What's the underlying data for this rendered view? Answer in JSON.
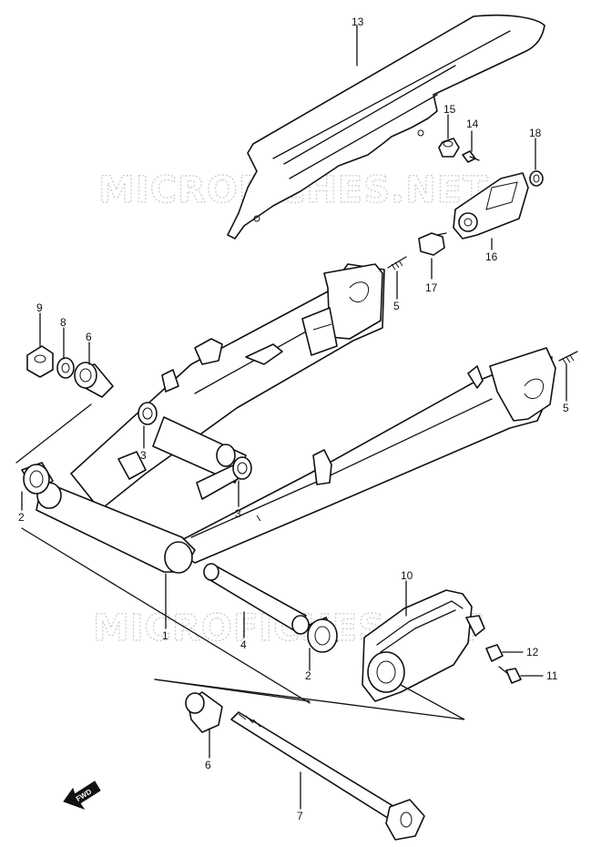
{
  "watermark": "MICROFICHES.NET",
  "fwd_label": "FWD",
  "callouts": {
    "c1": "1",
    "c2a": "2",
    "c2b": "2",
    "c3a": "3",
    "c3b": "3",
    "c4": "4",
    "c5a": "5",
    "c5b": "5",
    "c6a": "6",
    "c6b": "6",
    "c7": "7",
    "c8": "8",
    "c9": "9",
    "c10": "10",
    "c11": "11",
    "c12": "12",
    "c13": "13",
    "c14": "14",
    "c15": "15",
    "c16": "16",
    "c17": "17",
    "c18": "18"
  }
}
